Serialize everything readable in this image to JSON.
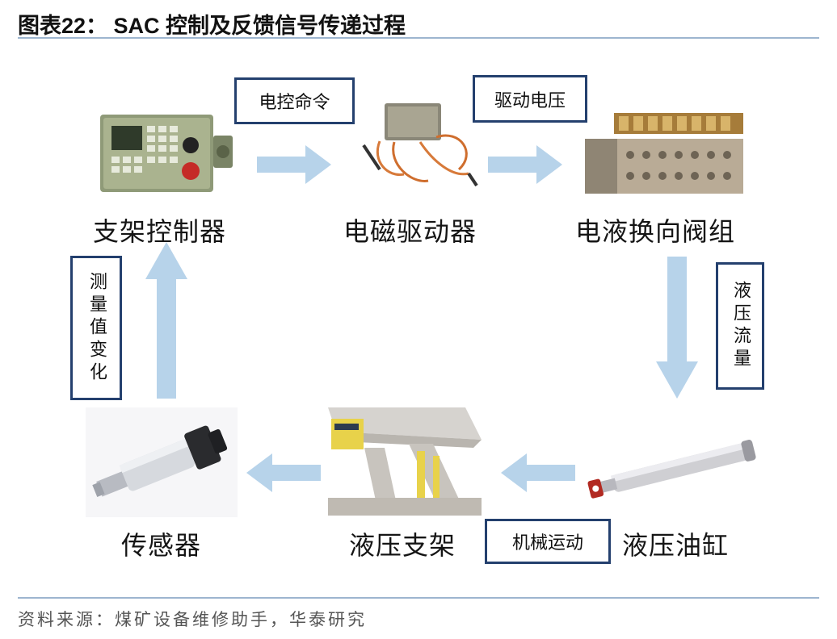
{
  "figure": {
    "title": "图表22：  SAC 控制及反馈信号传递过程",
    "source": "资料来源：煤矿设备维修助手，华泰研究"
  },
  "nodes": {
    "controller": "支架控制器",
    "driver": "电磁驱动器",
    "valve": "电液换向阀组",
    "cylinder": "液压油缸",
    "support": "液压支架",
    "sensor": "传感器"
  },
  "edges": {
    "control_command": "电控命令",
    "drive_voltage": "驱动电压",
    "hydraulic_flow": "液压流量",
    "mechanical_motion": "机械运动",
    "measured_change": "测量值变化"
  },
  "colors": {
    "arrow": "#b7d3ea",
    "box_border": "#24406e",
    "rule": "#9db5cf"
  }
}
